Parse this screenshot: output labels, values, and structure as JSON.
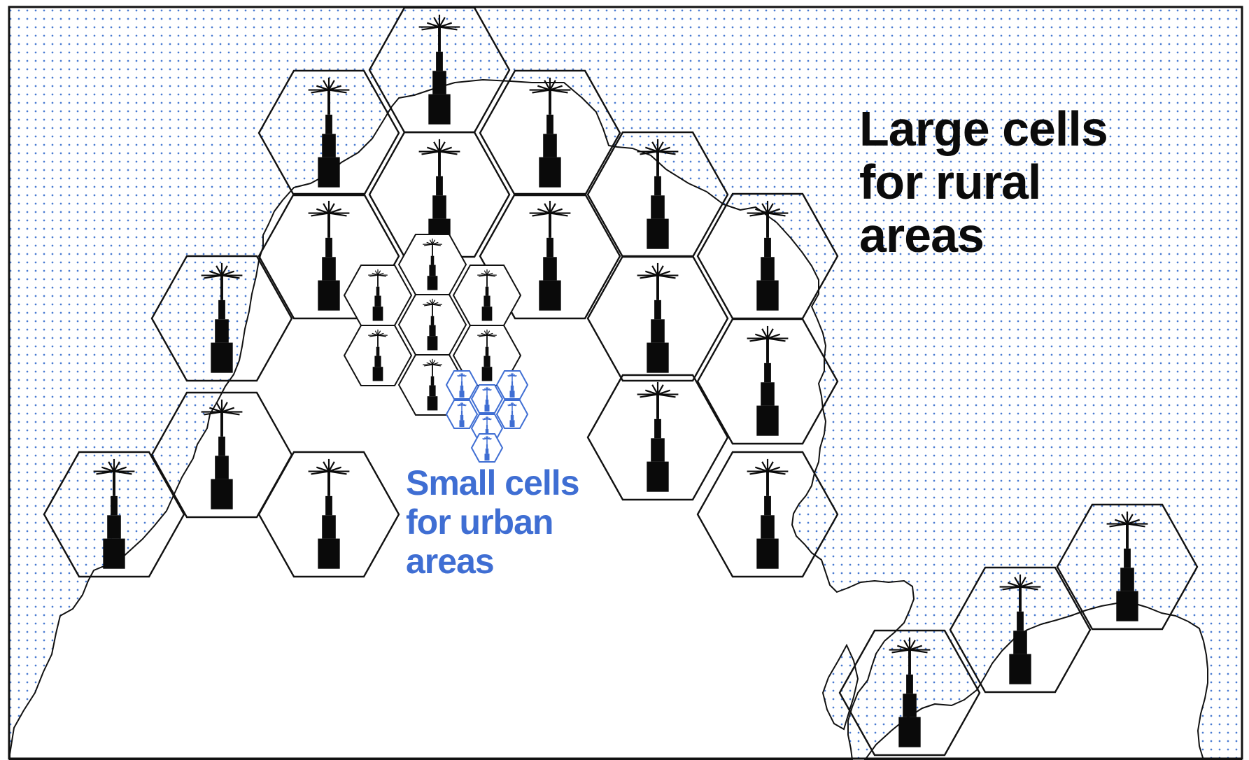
{
  "labels": {
    "large": [
      "Large cells",
      "for rural",
      "areas"
    ],
    "small": [
      "Small cells",
      "for urban",
      "areas"
    ]
  },
  "colors": {
    "sea_dot": "#4a7bd1",
    "outline": "#111111",
    "tower": "#0a0a0a",
    "urban": "#3f6ed3"
  },
  "icons": {
    "tower": "radio-tower-icon",
    "urban_tower": "small-radio-tower-icon"
  }
}
